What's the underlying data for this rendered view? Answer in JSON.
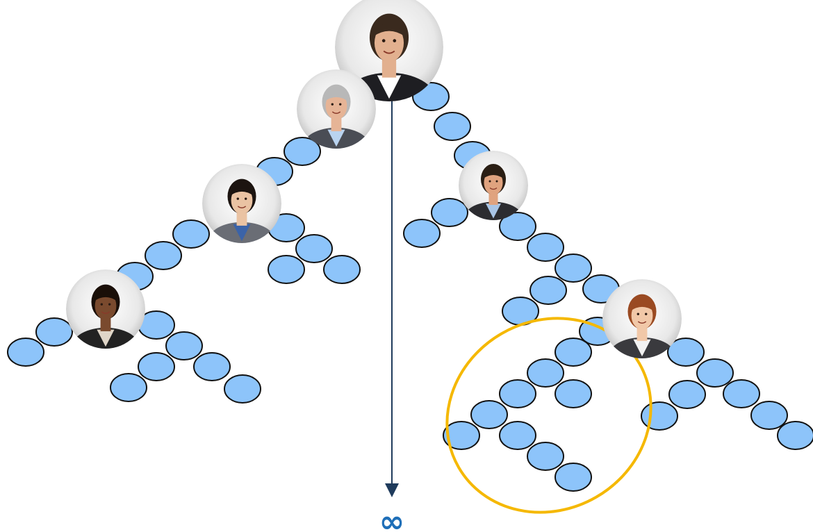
{
  "diagram": {
    "type": "referral-tree",
    "infinity_symbol": "∞",
    "colors": {
      "node_fill": "#8DC4FA",
      "node_stroke": "#111111",
      "arrow": "#1F3B5C",
      "infinity": "#1F6FB8",
      "highlight_ring": "#F5B800"
    },
    "people": [
      {
        "id": "top-leader",
        "role": "root",
        "shirt": "#ffffff",
        "suit": "#1e1e22",
        "skin": "#e2b08f",
        "hair": "#3a2a1e"
      },
      {
        "id": "senior-man",
        "role": "left-branch",
        "shirt": "#b9d3ef",
        "suit": "#4a4d55",
        "skin": "#e6b496",
        "hair": "#b8b8b8"
      },
      {
        "id": "woman-dark-hair",
        "role": "left-sub-branch",
        "shirt": "#3b63a8",
        "suit": "#6a6d75",
        "skin": "#eac3a3",
        "hair": "#1c1410"
      },
      {
        "id": "woman-curly-hair",
        "role": "far-left-branch",
        "shirt": "#e0d6c8",
        "suit": "#222222",
        "skin": "#7a4a2e",
        "hair": "#1a0f08"
      },
      {
        "id": "man-right",
        "role": "right-branch",
        "shirt": "#a9c5e6",
        "suit": "#2c2c30",
        "skin": "#e0a37f",
        "hair": "#2a1e14"
      },
      {
        "id": "woman-red-hair",
        "role": "right-sub-branch",
        "shirt": "#f2f2f2",
        "suit": "#3a3a3e",
        "skin": "#f1c8a8",
        "hair": "#9a4a22"
      }
    ]
  }
}
